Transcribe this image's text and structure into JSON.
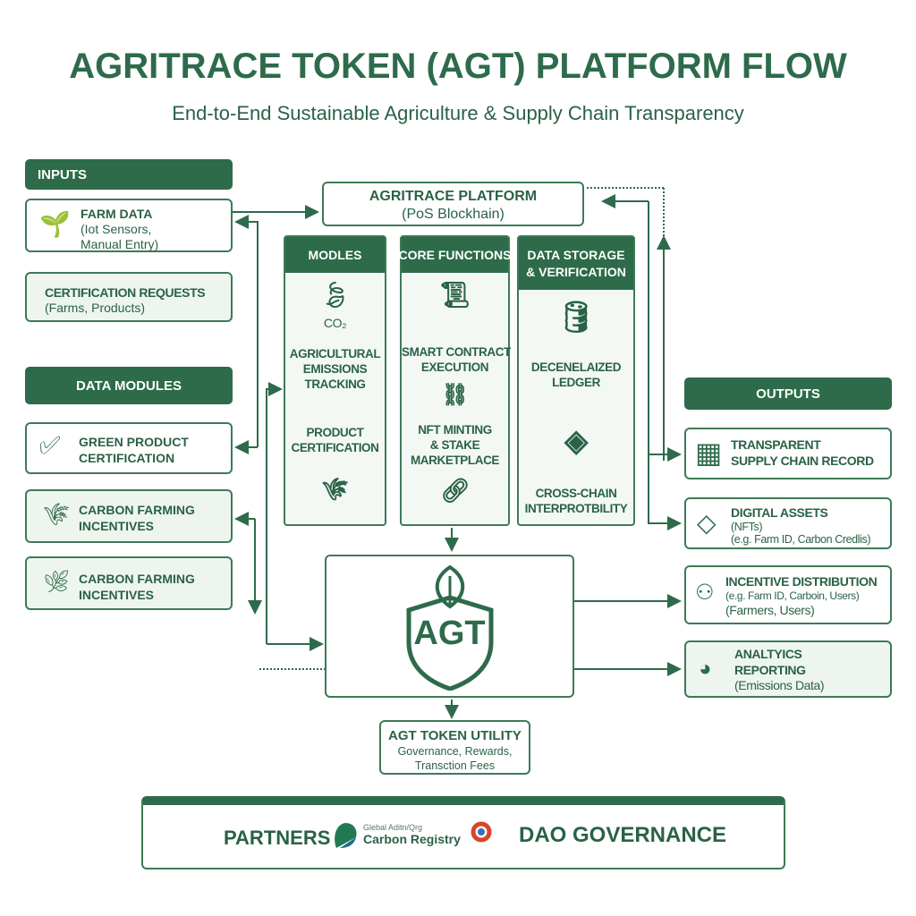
{
  "title": "AGRITRACE TOKEN (AGT) PLATFORM FLOW",
  "subtitle": "End-to-End Sustainable Agriculture & Supply Chain Transparency",
  "inputs": {
    "header": "INPUTS",
    "items": [
      {
        "title": "FARM DATA",
        "sub1": "(Iot Sensors,",
        "sub2": "Manual Entry)",
        "icon": "sprout-icon"
      },
      {
        "title": "CERTIFICATION REQUESTS",
        "sub1": "(Farms, Products)"
      }
    ]
  },
  "data_modules": {
    "header": "DATA MODULES",
    "items": [
      {
        "l1": "GREEN PRODUCT",
        "l2": "CERTIFICATION",
        "icon": "check-circle-icon"
      },
      {
        "l1": "CARBON FARMING",
        "l2": "INCENTIVES",
        "icon": "wheat-icon"
      },
      {
        "l1": "CARBON FARMING",
        "l2": "INCENTIVES",
        "icon": "seedling-icon"
      }
    ]
  },
  "platform": {
    "title": "AGRITRACE PLATFORM",
    "sub": "(PoS Blockhain)"
  },
  "columns": {
    "modules": {
      "header": "MODLES",
      "co2": "CO₂",
      "i1": [
        "AGRICULTURAL",
        "EMISSIONS",
        "TRACKING"
      ],
      "i2": [
        "PRODUCT",
        "CERTIFICATION"
      ]
    },
    "core": {
      "header": "CORE FUNCTIONS",
      "i1": [
        "SMART CONTRACT",
        "EXECUTION"
      ],
      "i2": [
        "NFT MINTING",
        "& STAKE",
        "MARKETPLACE"
      ]
    },
    "storage": {
      "header1": "DATA STORAGE",
      "header2": "& VERIFICATION",
      "i1": [
        "DECENELAIZED",
        "LEDGER"
      ],
      "i2": [
        "CROSS-CHAIN",
        "INTERPROTBILITY"
      ]
    }
  },
  "agt": {
    "label": "AGT"
  },
  "utility": {
    "title": "AGT TOKEN UTILITY",
    "l1": "Governance, Rewards,",
    "l2": "Transction Fees"
  },
  "outputs": {
    "header": "OUTPUTS",
    "items": [
      {
        "l1": "TRANSPARENT",
        "l2": "SUPPLY CHAIN RECORD",
        "icon": "qr-code-icon"
      },
      {
        "l1": "DIGITAL ASSETS",
        "l2": "(NFTs)",
        "l3": "(e.g. Farm ID, Carbon Credlis)",
        "icon": "diamond-icon"
      },
      {
        "l1": "INCENTIVE DISTRIBUTION",
        "l2": "(e.g. Farm ID, Carboin, Users)",
        "l3": "(Farmers, Users)",
        "icon": "distribution-icon"
      },
      {
        "l1": "ANALTYICS",
        "l2": "REPORTING",
        "l3": "(Emissions Data)",
        "icon": "analytics-icon"
      }
    ]
  },
  "partners": {
    "label": "PARTNERS",
    "registry_small": "Glebal Aditn/Qrg",
    "registry": "Carbon Registry",
    "dao": "DAO GOVERNANCE"
  },
  "colors": {
    "dark": "#2d6b4a",
    "light": "#eef5ef"
  }
}
